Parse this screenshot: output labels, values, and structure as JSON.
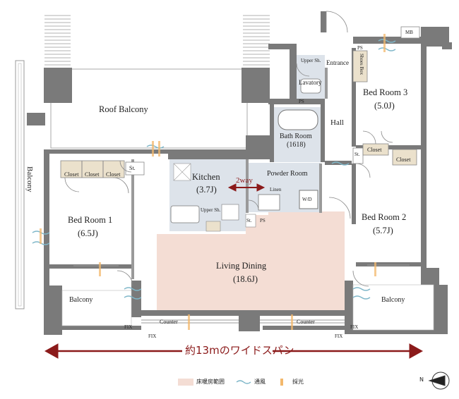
{
  "colors": {
    "floor_heating": "#f4ddd4",
    "wet_area": "#dde3ea",
    "closet": "#ebe1cc",
    "wall": "#7a7a7a",
    "arrow": "#8b1a1a",
    "ventilation": "#7fb7c9",
    "daylight": "#f3b86c"
  },
  "rooms": {
    "roof_balcony": "Roof Balcony",
    "balcony_left": "Balcony",
    "balcony_bottom_left": "Balcony",
    "balcony_bottom_right": "Balcony",
    "bed1_name": "Bed Room 1",
    "bed1_size": "(6.5J)",
    "bed2_name": "Bed Room 2",
    "bed2_size": "(5.7J)",
    "bed3_name": "Bed Room 3",
    "bed3_size": "(5.0J)",
    "living_name": "Living Dining",
    "living_size": "(18.6J)",
    "kitchen_name": "Kitchen",
    "kitchen_size": "(3.7J)",
    "bath_name": "Bath Room",
    "bath_size": "(1618)",
    "powder": "Powder Room",
    "lavatory": "Lavatory",
    "entrance": "Entrance",
    "hall": "Hall"
  },
  "fixtures": {
    "closet_1": "Closet",
    "closet_2": "Closet",
    "closet_3": "Closet",
    "st_bed1": "St.",
    "st_kitchen": "St.",
    "st_bed3": "St.",
    "closet_bed3": "Closet",
    "closet_bed2": "Closet",
    "upper_sh_kitchen": "Upper Sh.",
    "upper_sh_lavatory": "Upper Sh.",
    "shoes_box": "Shoes Box",
    "linen": "Linen",
    "wd": "W/D",
    "ps1": "PS",
    "ps2": "PS",
    "ps3": "PS",
    "mb": "MB",
    "two_way": "2way",
    "counter_left": "Counter",
    "counter_right": "Counter",
    "fix1": "FIX",
    "fix2": "FIX",
    "fix3": "FIX",
    "fix4": "FIX"
  },
  "width_banner": "約13mのワイドスパン",
  "legend": {
    "floor_heating": "床暖房範囲",
    "ventilation": "通風",
    "daylight": "採光"
  },
  "compass": "N"
}
